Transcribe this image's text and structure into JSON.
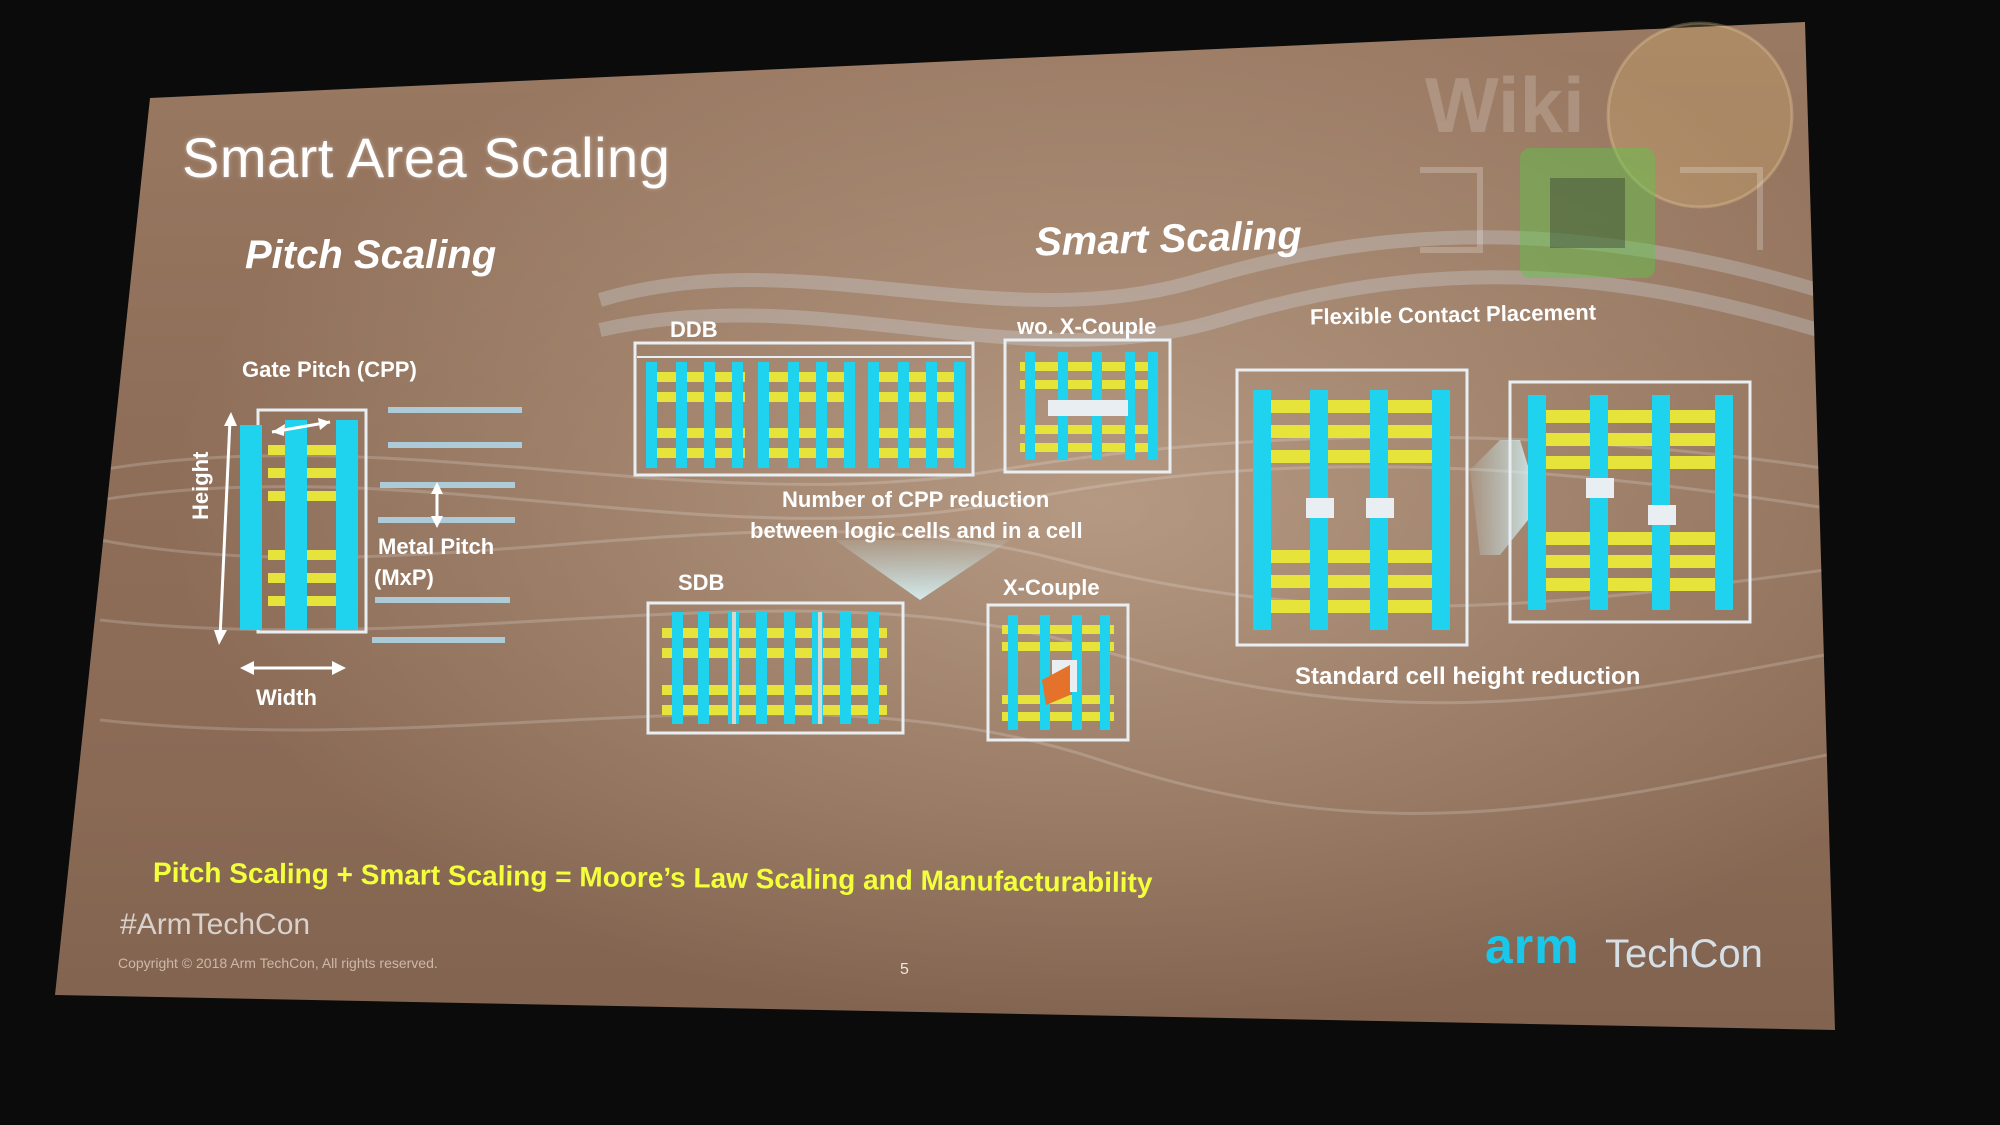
{
  "slide": {
    "title": "Smart Area Scaling",
    "pitch_scaling": {
      "heading": "Pitch Scaling",
      "gate_pitch_label": "Gate Pitch (CPP)",
      "height_label": "Height",
      "width_label": "Width",
      "metal_pitch_label_line1": "Metal Pitch",
      "metal_pitch_label_line2": "(MxP)"
    },
    "smart_scaling": {
      "heading": "Smart Scaling",
      "ddb_label": "DDB",
      "sdb_label": "SDB",
      "wo_xcouple_label": "wo. X-Couple",
      "xcouple_label": "X-Couple",
      "cpp_reduction_line1": "Number of CPP reduction",
      "cpp_reduction_line2": "between logic cells and in a cell",
      "flexible_contact_label": "Flexible Contact Placement",
      "cell_height_reduction_label": "Standard cell height reduction"
    },
    "conclusion": "Pitch Scaling + Smart Scaling = Moore’s Law Scaling and Manufacturability",
    "hashtag": "#ArmTechCon",
    "copyright": "Copyright © 2018 Arm TechCon, All rights reserved.",
    "page_number": "5",
    "brand_arm": "arm",
    "brand_techcon": "TechCon",
    "watermark": "Wiki"
  },
  "colors": {
    "gate_cyan": "#1fd3ee",
    "fin_yellow": "#e6e33a",
    "conclusion_yellow": "#f2ff3a",
    "arm_blue": "#19c7ea"
  }
}
